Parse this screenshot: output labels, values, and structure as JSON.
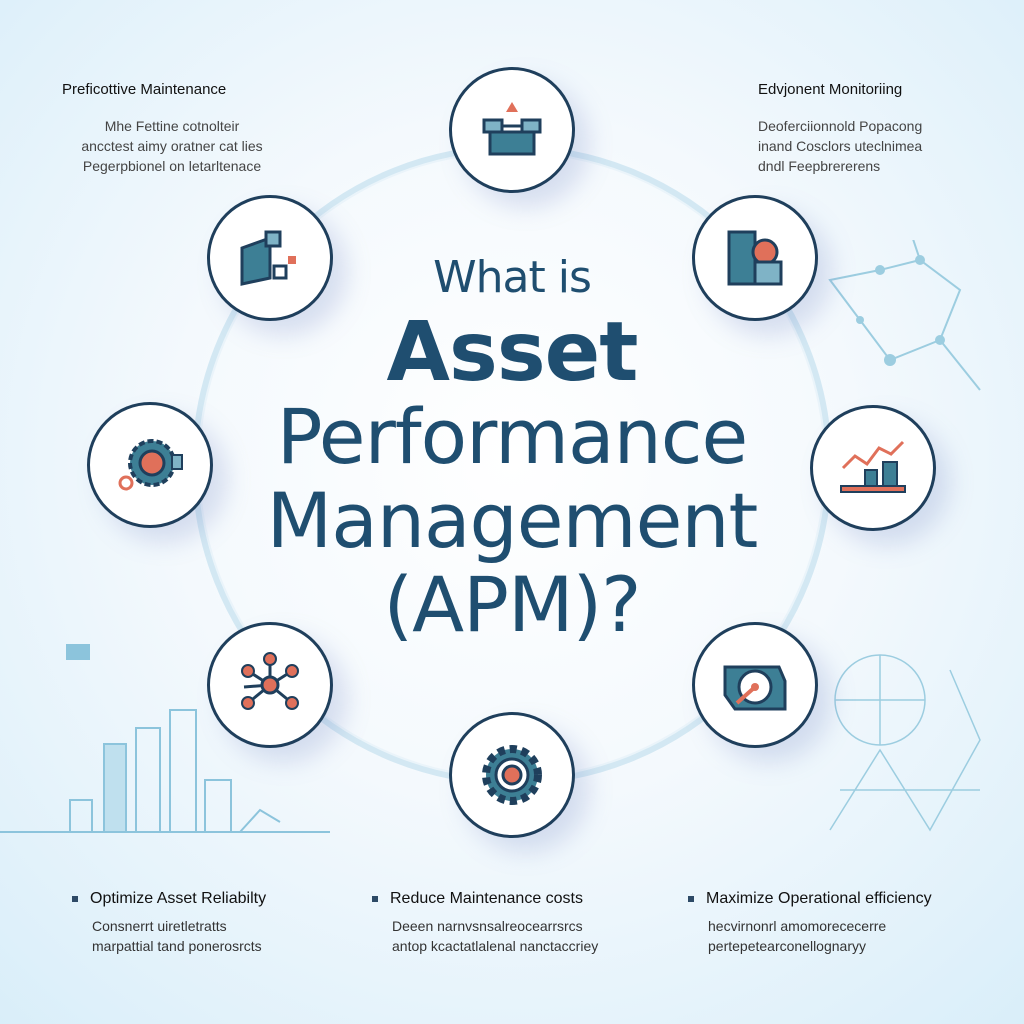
{
  "title": {
    "line1": "What is",
    "line2": "Asset",
    "line3": "Performance",
    "line4": "Management",
    "line5": "(APM)?"
  },
  "top_left": {
    "heading": "Preficottive Maintenance",
    "lines": [
      "Mhe Fettine cotnolteir",
      "ancctest aimy oratner cat lies",
      "Pegerpbionel  on letarltenace"
    ]
  },
  "top_right": {
    "heading": "Edvjonent Monitoriing",
    "lines": [
      "Deoferciionnold Popacong",
      "inand Cosclors uteclnimea",
      "dndl Feepbrererens"
    ]
  },
  "bottom": [
    {
      "heading": "Optimize Asset Reliabilty",
      "lines": [
        "Consnerrt uiretletratts",
        "marpattial tand ponerosrcts"
      ]
    },
    {
      "heading": "Reduce Maintenance costs",
      "lines": [
        "Deeen narnvsnsalreocearrsrcs",
        "antop kcactatlalenal nanctaccriey"
      ]
    },
    {
      "heading": "Maximize Operational efficiency",
      "lines": [
        "hecvirnonrl amomorececerre",
        "pertepetearconellognaryy"
      ]
    }
  ],
  "icons": [
    "workflow-icon",
    "machine-icon",
    "server-icon",
    "gear-inspection-icon",
    "bar-chart-icon",
    "network-icon",
    "gauge-icon",
    "gear-icon"
  ],
  "colors": {
    "primary": "#1f4e70",
    "accent": "#e0705a",
    "teal": "#3d7f95"
  }
}
